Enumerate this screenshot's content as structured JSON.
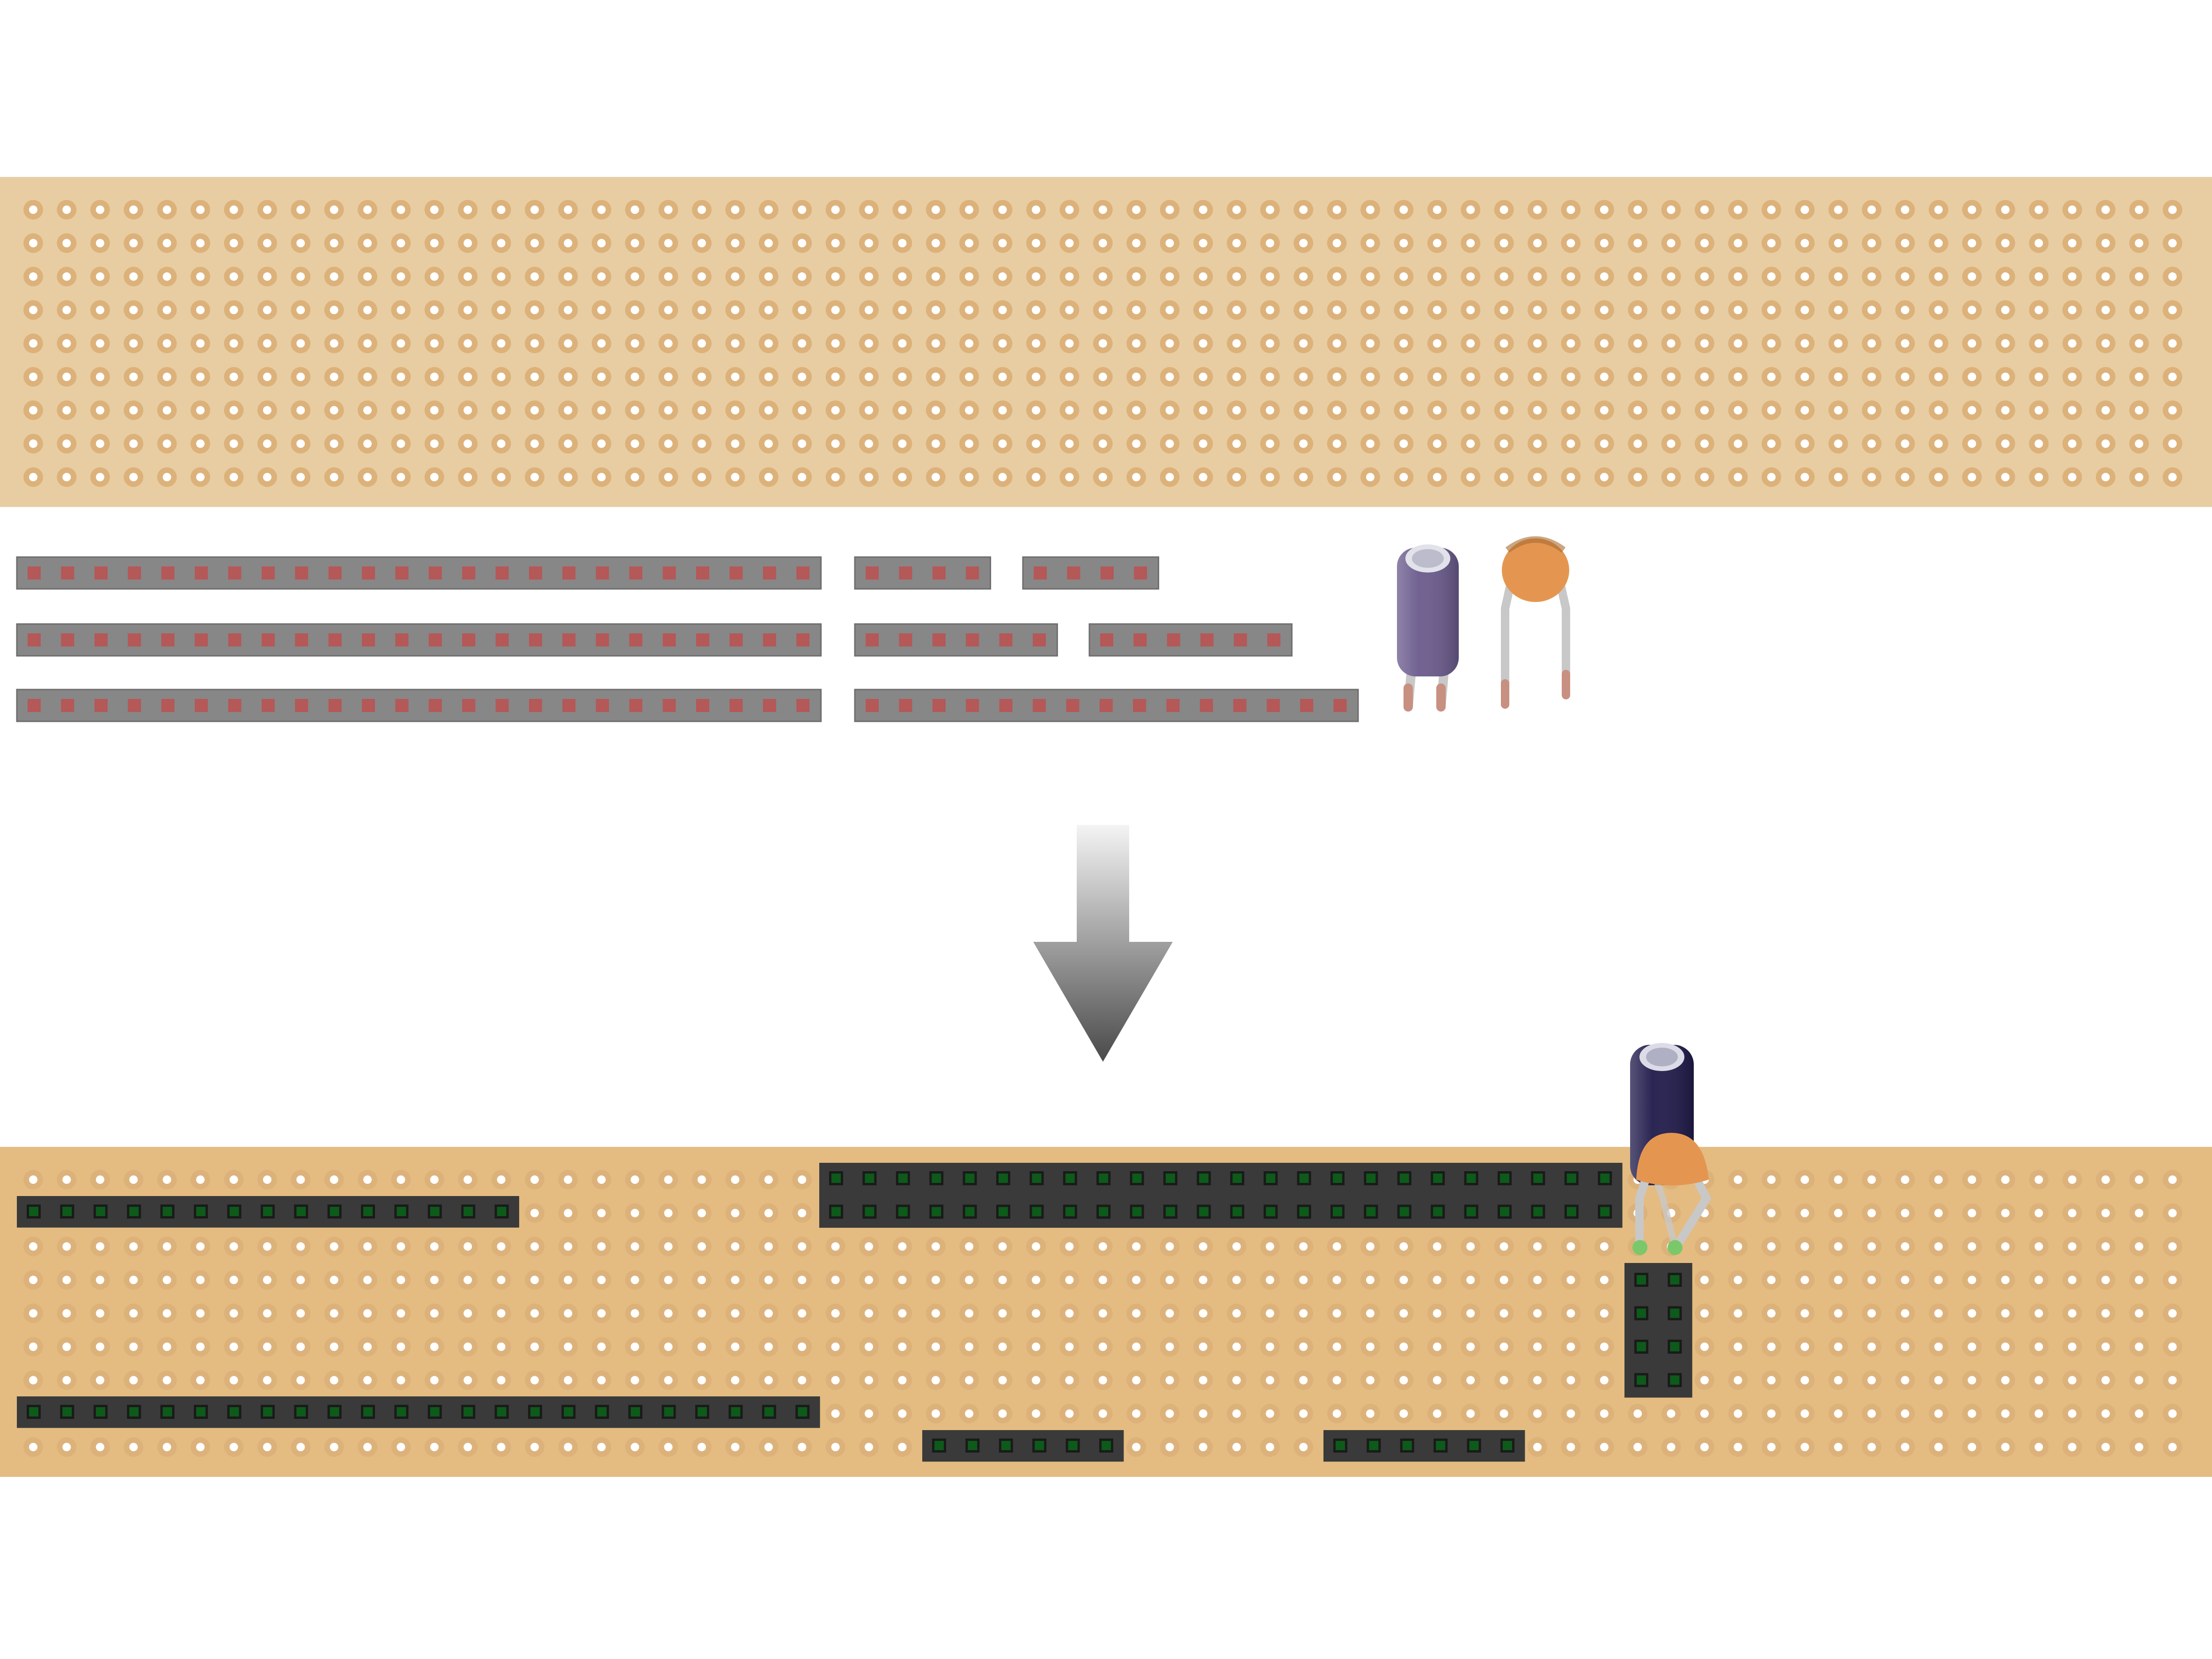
{
  "diagram": {
    "description_text": "",
    "colors": {
      "page_background": "#ffffff",
      "board_top": "#e8cda2",
      "board_bottom": "#e4bc81",
      "board_border": "#dcb27a",
      "hole_pad": "#ffffff",
      "hole_ring": "#dcb27a",
      "header_loose_body": "#878787",
      "header_loose_pin": "#b45858",
      "header_mounted_body": "#3a3a3a",
      "header_mounted_pin": "#0d5a1a",
      "arrow_top": "#f4f4f4",
      "arrow_bottom": "#4a4a4a",
      "electrolytic_cap": "#6a5a8c",
      "electrolytic_cap_mounted": "#1f1a4a",
      "ceramic_cap": "#e49650",
      "lead": "#c8c8c8",
      "lead_tip": "#c89080",
      "solder_mark": "#7ac86a"
    },
    "icons": {
      "arrow": "down-arrow-icon",
      "electrolytic_capacitor": "electrolytic-capacitor-icon",
      "ceramic_capacitor": "ceramic-capacitor-icon"
    },
    "top_board": {
      "rows": 9,
      "columns": 65
    },
    "bottom_board": {
      "rows": 9,
      "columns": 65
    },
    "loose_headers": [
      {
        "pins": 24
      },
      {
        "pins": 4
      },
      {
        "pins": 4
      },
      {
        "pins": 24
      },
      {
        "pins": 6
      },
      {
        "pins": 6
      },
      {
        "pins": 24
      },
      {
        "pins": 15
      }
    ],
    "mounted_headers": [
      {
        "pins": 15,
        "rows": 1
      },
      {
        "pins": 24,
        "rows": 2
      },
      {
        "pins": 24,
        "rows": 1
      },
      {
        "pins": 6,
        "rows": 1
      },
      {
        "pins": 6,
        "rows": 1
      },
      {
        "pins": 4,
        "rows": 2
      }
    ]
  }
}
